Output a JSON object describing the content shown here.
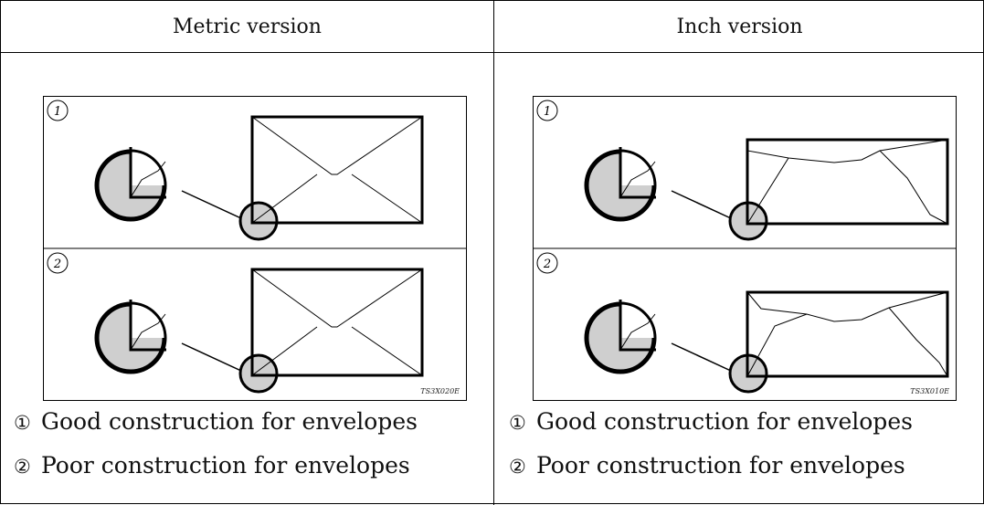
{
  "columns": [
    {
      "header": "Metric version",
      "figure": {
        "code": "TS3X020E",
        "marker1": "1",
        "marker2": "2",
        "style": "metric"
      },
      "captions": [
        {
          "num": "①",
          "text": "Good construction for envelopes"
        },
        {
          "num": "②",
          "text": "Poor construction for envelopes"
        }
      ]
    },
    {
      "header": "Inch version",
      "figure": {
        "code": "TS3X010E",
        "marker1": "1",
        "marker2": "2",
        "style": "inch"
      },
      "captions": [
        {
          "num": "①",
          "text": "Good construction for envelopes"
        },
        {
          "num": "②",
          "text": "Poor construction for envelopes"
        }
      ]
    }
  ],
  "colors": {
    "lens_fill": "#cfcfcf",
    "line": "#000000"
  }
}
